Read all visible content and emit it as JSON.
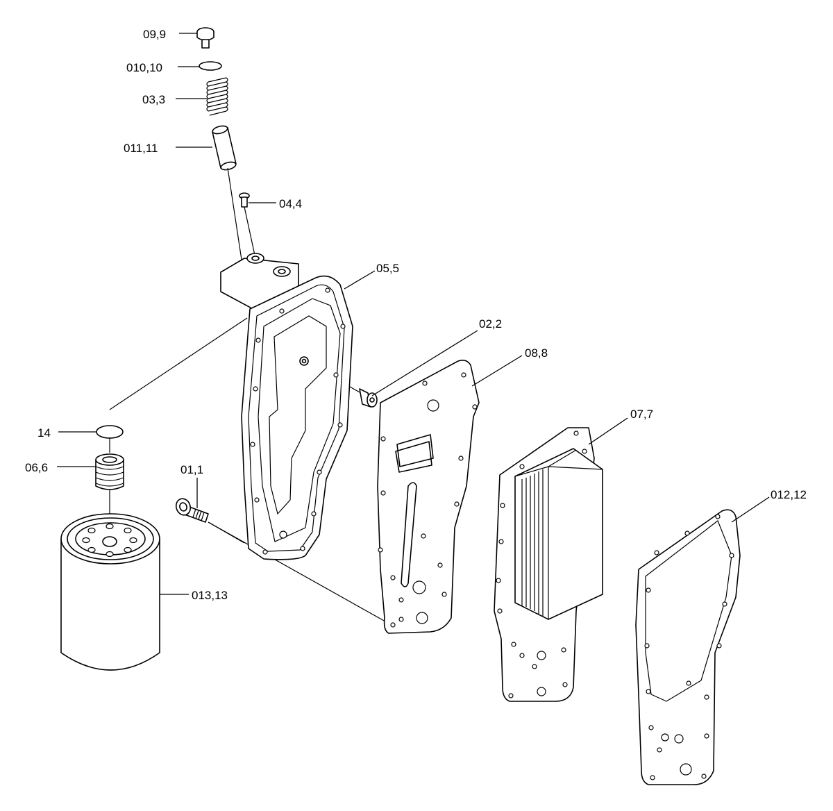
{
  "callouts": [
    {
      "id": "09",
      "text": "09,9"
    },
    {
      "id": "010",
      "text": "010,10"
    },
    {
      "id": "03",
      "text": "03,3"
    },
    {
      "id": "011",
      "text": "011,11"
    },
    {
      "id": "04",
      "text": "04,4"
    },
    {
      "id": "05",
      "text": "05,5"
    },
    {
      "id": "02",
      "text": "02,2"
    },
    {
      "id": "08",
      "text": "08,8"
    },
    {
      "id": "07",
      "text": "07,7"
    },
    {
      "id": "14",
      "text": "14"
    },
    {
      "id": "06",
      "text": "06,6"
    },
    {
      "id": "01",
      "text": "01,1"
    },
    {
      "id": "012",
      "text": "012,12"
    },
    {
      "id": "013",
      "text": "013,13"
    }
  ]
}
